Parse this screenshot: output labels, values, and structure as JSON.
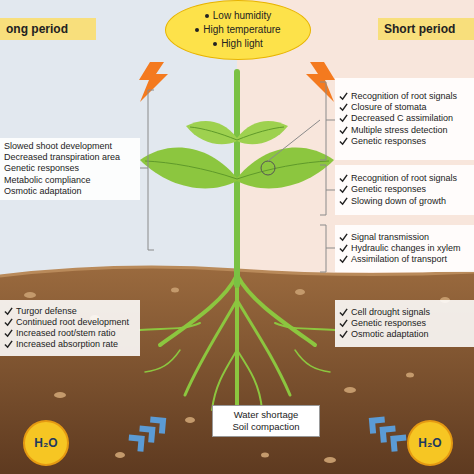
{
  "diagram": {
    "nodes": [
      {
        "text": [
          "Low humidity",
          "High temperature",
          "High light"
        ]
      },
      {
        "text": [
          "ong period"
        ]
      },
      {
        "text": [
          "Short period"
        ]
      },
      {
        "text": [
          "Recognition of root signals",
          "Closure of stomata",
          "Decreased C assimilation",
          "Multiple stress detection",
          "Genetic responses"
        ]
      },
      {
        "text": [
          "Slowed shoot development",
          "Decreased transpiration area",
          "Genetic responses",
          "Metabolic compliance",
          "Osmotic adaptation"
        ]
      },
      {
        "text": [
          "Recognition of root signals",
          "Genetic responses",
          "Slowing down of growth"
        ]
      },
      {
        "text": [
          "Signal transmission",
          "Hydraulic changes in xylem",
          "Assimilation of transport"
        ]
      },
      {
        "text": [
          "Turgor defense",
          "Continued root development",
          "Increased root/stem ratio",
          "Increased absorption rate"
        ]
      },
      {
        "text": [
          "Cell drought signals",
          "Genetic responses",
          "Osmotic adaptation"
        ]
      },
      {
        "text": [
          "Water shortage",
          "Soil compaction"
        ]
      },
      {
        "text": [
          "H₂O"
        ]
      },
      {
        "text": [
          "H₂O"
        ]
      }
    ]
  }
}
